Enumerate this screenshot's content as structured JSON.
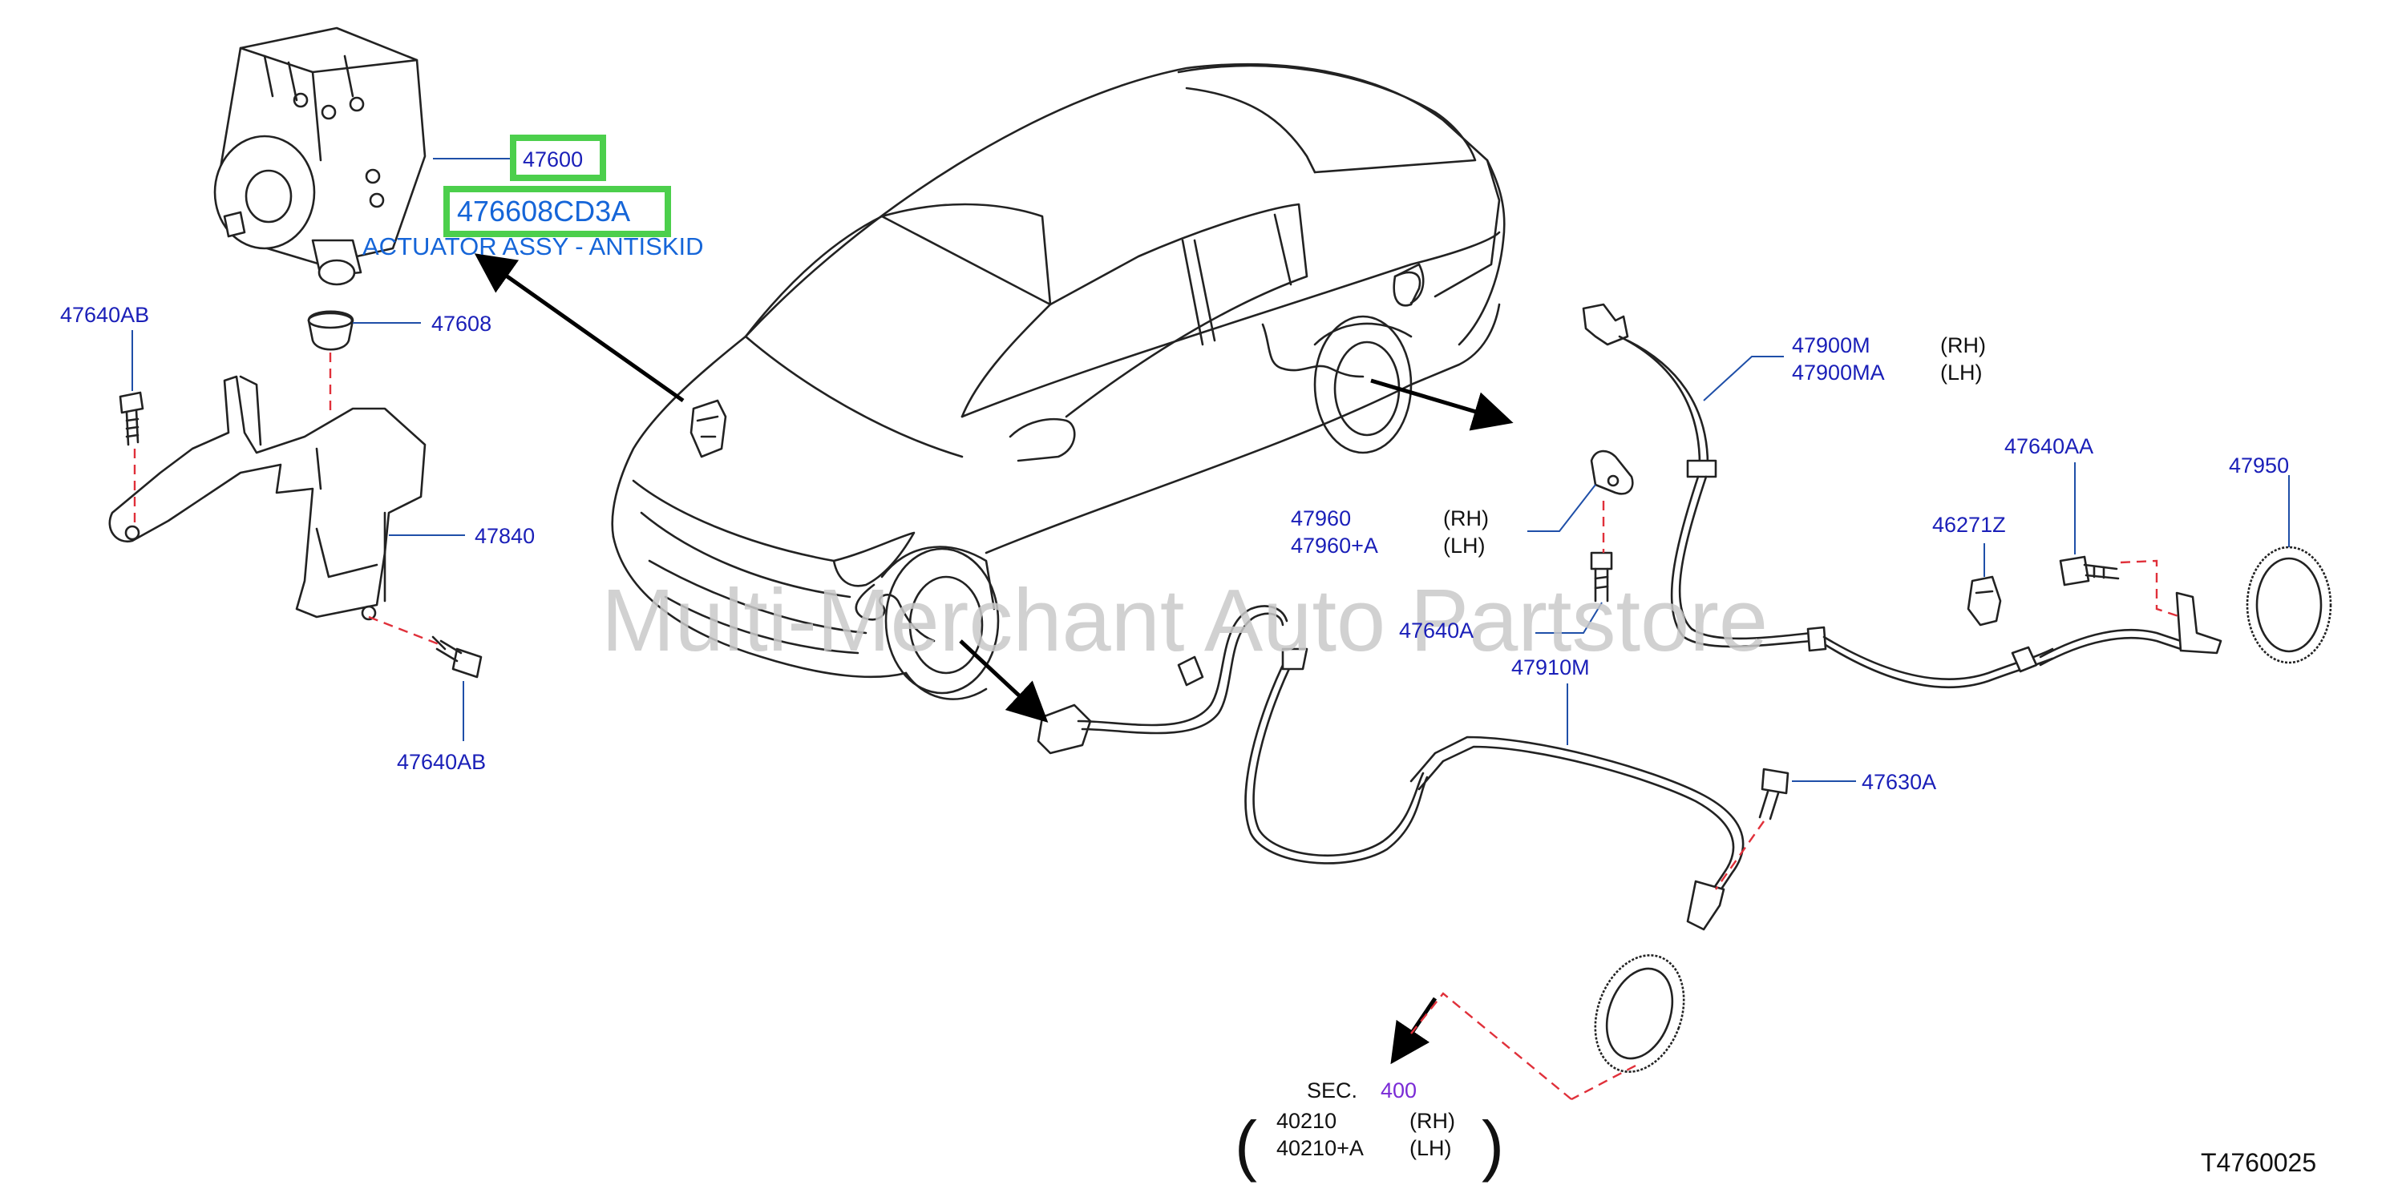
{
  "diagram": {
    "watermark": "Multi-Merchant Auto Partstore",
    "figure_code": "T4760025",
    "highlighted_parts": [
      {
        "number": "47600",
        "color": "#4ccf4c"
      },
      {
        "number": "476608CD3A",
        "color": "#4ccf4c"
      }
    ],
    "actuator_description": "ACTUATOR ASSY - ANTISKID",
    "labels": {
      "p47640AB_top": "47640AB",
      "p47608": "47608",
      "p47840": "47840",
      "p47640AB_bottom": "47640AB",
      "p47900M": "47900M",
      "p47900MA": "47900MA",
      "rh_1": "(RH)",
      "lh_1": "(LH)",
      "p47640AA": "47640AA",
      "p47950": "47950",
      "p46271Z": "46271Z",
      "p47960": "47960",
      "p47960A": "47960+A",
      "rh_2": "(RH)",
      "lh_2": "(LH)",
      "p47640A": "47640A",
      "p47910M": "47910M",
      "p47630A": "47630A"
    },
    "section_ref": {
      "sec_label": "SEC.",
      "sec_number": "400",
      "p40210": "40210",
      "p40210A": "40210+A",
      "rh": "(RH)",
      "lh": "(LH)",
      "open_paren": "(",
      "close_paren": ")"
    },
    "colors": {
      "part_number_blue": "#1a1fb8",
      "highlight_green": "#4ccf4c",
      "description_blue": "#1565d8",
      "section_violet": "#7a2bd6",
      "dash_red": "#e0303a"
    }
  }
}
